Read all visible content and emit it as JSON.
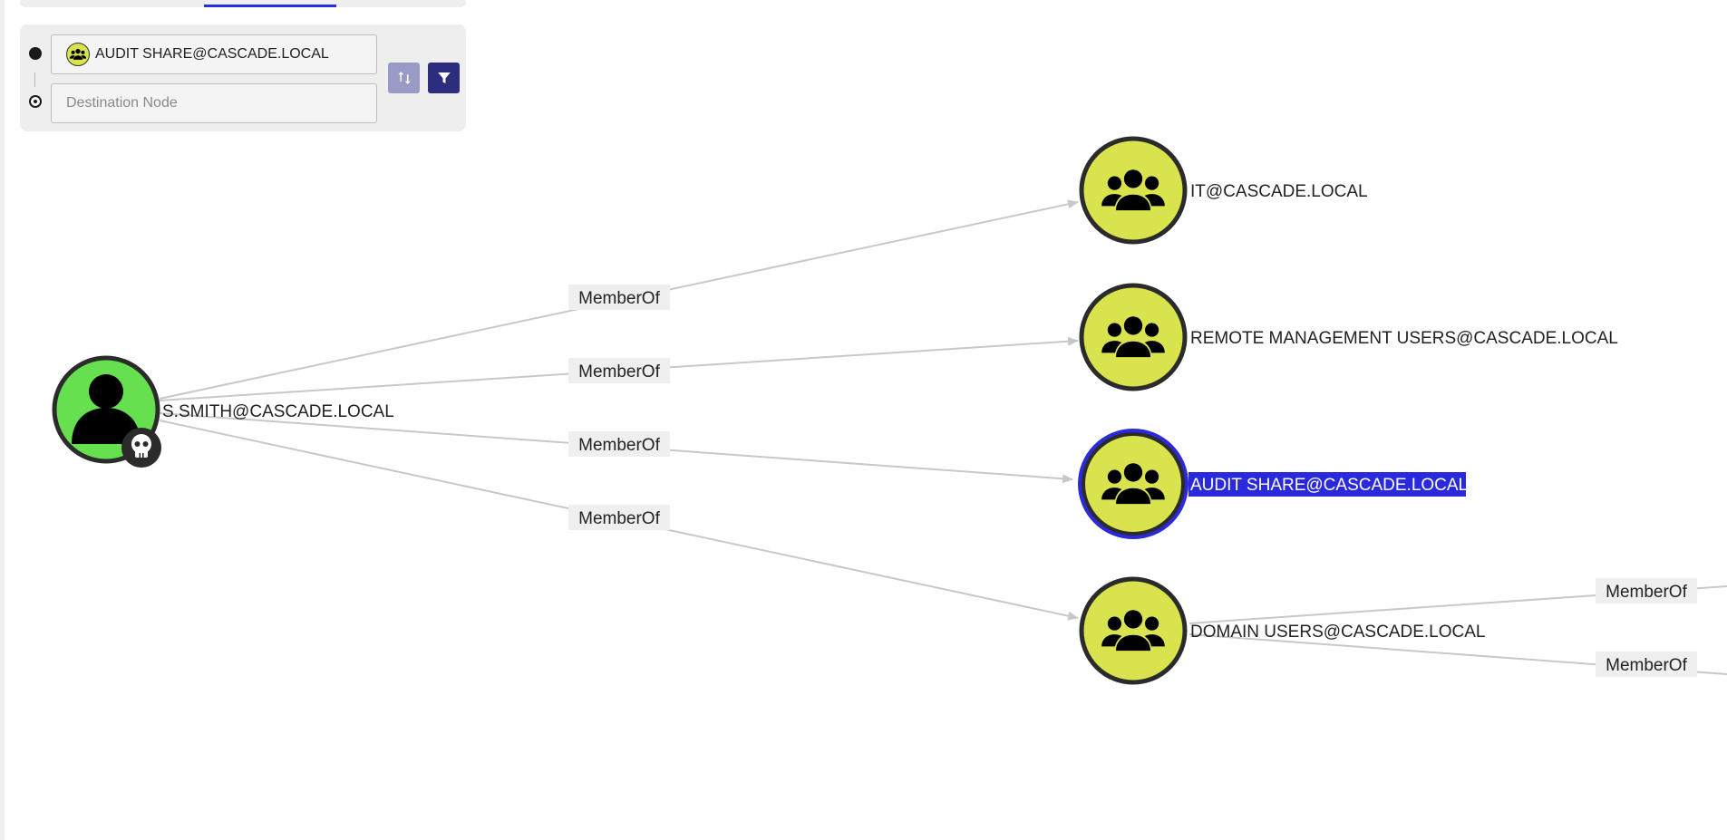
{
  "pathfinding": {
    "source_value": "AUDIT SHARE@CASCADE.LOCAL",
    "destination_placeholder": "Destination Node",
    "source_icon": "group-icon",
    "swap_icon": "swap-vertical-icon",
    "filter_icon": "filter-icon"
  },
  "graph": {
    "nodes": [
      {
        "id": "ssmith",
        "label": "S.SMITH@CASCADE.LOCAL",
        "type": "user",
        "owned": true
      },
      {
        "id": "it",
        "label": "IT@CASCADE.LOCAL",
        "type": "group"
      },
      {
        "id": "rmu",
        "label": "REMOTE MANAGEMENT USERS@CASCADE.LOCAL",
        "type": "group"
      },
      {
        "id": "audit",
        "label": "AUDIT SHARE@CASCADE.LOCAL",
        "type": "group",
        "selected": true
      },
      {
        "id": "du",
        "label": "DOMAIN USERS@CASCADE.LOCAL",
        "type": "group"
      }
    ],
    "edges": [
      {
        "from": "ssmith",
        "to": "it",
        "label": "MemberOf"
      },
      {
        "from": "ssmith",
        "to": "rmu",
        "label": "MemberOf"
      },
      {
        "from": "ssmith",
        "to": "audit",
        "label": "MemberOf"
      },
      {
        "from": "ssmith",
        "to": "du",
        "label": "MemberOf"
      },
      {
        "from": "du",
        "to": "offscreen-1",
        "label": "MemberOf"
      },
      {
        "from": "du",
        "to": "offscreen-2",
        "label": "MemberOf"
      }
    ],
    "colors": {
      "user_node": "#67e04f",
      "group_node": "#d9e34d",
      "selected_ring": "#2a2adc",
      "edge": "#c8c8c8"
    }
  }
}
